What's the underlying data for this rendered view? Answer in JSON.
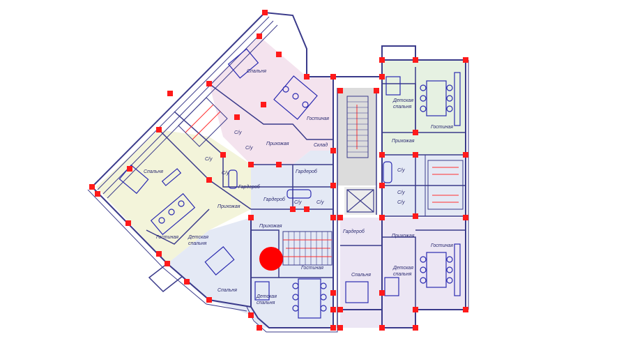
{
  "colors": {
    "wall": "#3a3a8a",
    "furniture": "#2b2bb0",
    "column": "#ff1a1a",
    "marker": "#ff0000",
    "tint_pink": "#f4e3ee",
    "tint_green": "#e6f1e2",
    "tint_yellow": "#f3f4da",
    "tint_blue": "#e4e9f5",
    "tint_lilac": "#ece6f4",
    "core_gray": "#dcdcdc"
  },
  "rooms": {
    "nw_bedroom": "Спальня",
    "nw_living": "Гостиная",
    "nw_wc_a": "С/у",
    "nw_wc_b": "С/у",
    "nw_wc_c": "С/у",
    "nw_wc_d": "С/у",
    "nw_hall": "Прихожая",
    "storage": "Склад",
    "center_wardrobe": "Гардероб",
    "center_wardrobe2": "Гардероб",
    "w_bedroom": "Спальня",
    "w_living": "Гостиная",
    "w_kids_1": "Детская",
    "w_kids_2": "спальня",
    "w_hall": "Прихожая",
    "s_hall": "Прихожая",
    "s_wardrobe": "Гардероб",
    "s_wc_a": "С/у",
    "s_wc_b": "С/у",
    "sw_bedroom": "Спальня",
    "sw_kids_1": "Детская",
    "sw_kids_2": "спальня",
    "s_living": "Гостиная",
    "se_wardrobe": "Гардероб",
    "se_bedroom": "Спальня",
    "se_kids_1": "Детская",
    "se_kids_2": "спальня",
    "se_hall": "Прихожая",
    "se_living": "Гостиная",
    "ne_kids_1": "Детская",
    "ne_kids_2": "спальня",
    "ne_living": "Гостиная",
    "ne_hall": "Прихожая",
    "e_wc_a": "С/у",
    "e_wc_b": "С/у",
    "e_wc_c": "С/у"
  }
}
